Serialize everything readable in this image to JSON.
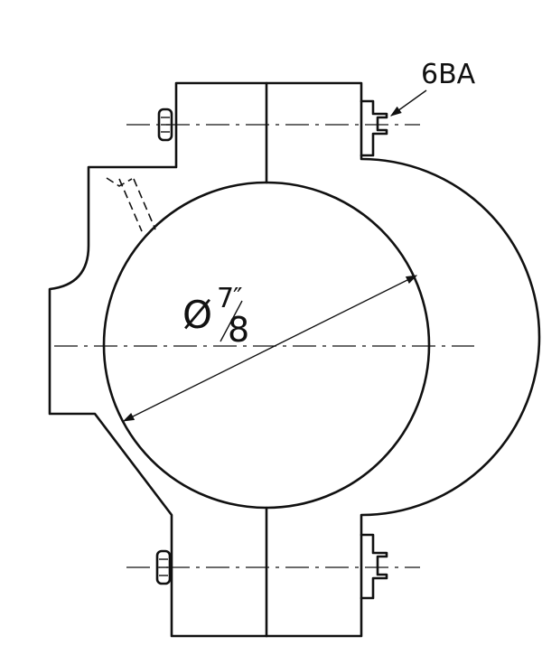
{
  "annotations": {
    "thread_callout": "6BA",
    "diameter_symbol": "Ø",
    "diameter_numerator": "7",
    "diameter_inch_mark": "″",
    "diameter_denominator": "8"
  },
  "colors": {
    "ink": "#111111",
    "paper": "#ffffff"
  }
}
